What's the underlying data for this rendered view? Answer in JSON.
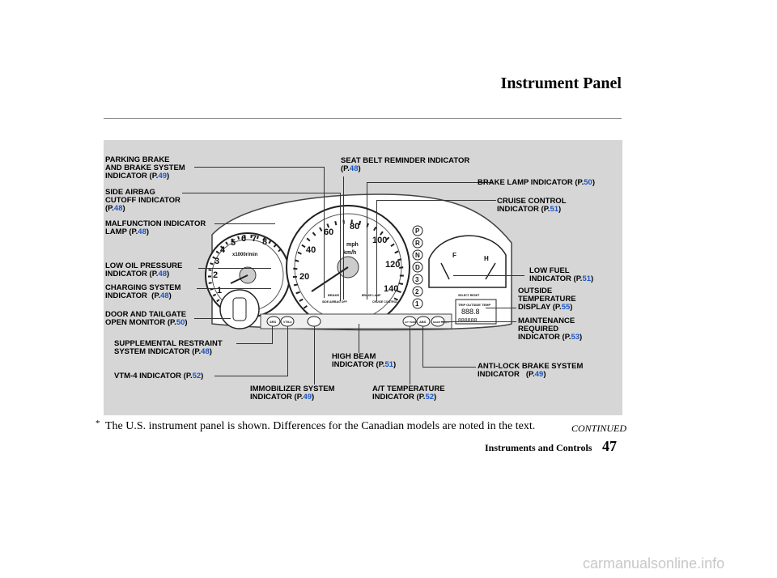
{
  "header": {
    "title": "Instrument Panel"
  },
  "labels": {
    "parking_brake": {
      "text": "PARKING BRAKE\nAND BRAKE SYSTEM\nINDICATOR (P.",
      "page": "49",
      "close": ")"
    },
    "side_airbag": {
      "text": "SIDE AIRBAG\nCUTOFF INDICATOR\n(P.",
      "page": "48",
      "close": ")"
    },
    "malfunction": {
      "text": "MALFUNCTION INDICATOR\nLAMP (P.",
      "page": "48",
      "close": ")"
    },
    "low_oil": {
      "text": "LOW OIL PRESSURE\nINDICATOR (P.",
      "page": "48",
      "close": ")"
    },
    "charging": {
      "text": "CHARGING SYSTEM\nINDICATOR  (P.",
      "page": "48",
      "close": ")"
    },
    "door_tailgate": {
      "text": "DOOR AND TAILGATE\nOPEN MONITOR (P.",
      "page": "50",
      "close": ")"
    },
    "srs": {
      "text": "SUPPLEMENTAL RESTRAINT\nSYSTEM INDICATOR (P.",
      "page": "48",
      "close": ")"
    },
    "vtm4": {
      "text": "VTM-4 INDICATOR (P.",
      "page": "52",
      "close": ")"
    },
    "immobilizer": {
      "text": "IMMOBILIZER SYSTEM\nINDICATOR (P.",
      "page": "49",
      "close": ")"
    },
    "seat_belt": {
      "text": "SEAT BELT REMINDER INDICATOR\n(P.",
      "page": "48",
      "close": ")"
    },
    "high_beam": {
      "text": "HIGH BEAM\nINDICATOR (P.",
      "page": "51",
      "close": ")"
    },
    "at_temp": {
      "text": "A/T TEMPERATURE\nINDICATOR (P.",
      "page": "52",
      "close": ")"
    },
    "brake_lamp": {
      "text": "BRAKE LAMP INDICATOR (P.",
      "page": "50",
      "close": ")"
    },
    "cruise": {
      "text": "CRUISE CONTROL\nINDICATOR (P.",
      "page": "51",
      "close": ")"
    },
    "low_fuel": {
      "text": "LOW FUEL\nINDICATOR (P.",
      "page": "51",
      "close": ")"
    },
    "outside_temp": {
      "text": "OUTSIDE\nTEMPERATURE\nDISPLAY (P.",
      "page": "55",
      "close": ")"
    },
    "maintenance": {
      "text": "MAINTENANCE\nREQUIRED\nINDICATOR (P.",
      "page": "53",
      "close": ")"
    },
    "abs": {
      "text": "ANTI-LOCK BRAKE SYSTEM\nINDICATOR   (P.",
      "page": "49",
      "close": ")"
    }
  },
  "cluster": {
    "tach_numbers": [
      "1",
      "2",
      "3",
      "4",
      "5",
      "6",
      "7",
      "8"
    ],
    "tach_unit": "x1000r/min",
    "speed_numbers": [
      "20",
      "40",
      "60",
      "80",
      "100",
      "120",
      "140"
    ],
    "speed_unit_mph": "mph",
    "speed_unit_kmh": "km/h",
    "gear_letters": [
      "P",
      "R",
      "N",
      "D",
      "3",
      "2",
      "1"
    ],
    "fuel_letter": "F",
    "temp_letter": "H",
    "odo_text": "888.8",
    "odo_lower": "888888",
    "odo_caption": "TRIP  OUTSIDE TEMP",
    "select_reset": "SELECT\nRESET",
    "indicator_buttons": [
      "SRS",
      "VTM-4",
      "A/T TEMP",
      "ABS",
      "MAINT REQ'D"
    ],
    "small_labels": [
      "BRAKE",
      "SIDE AIRBAG OFF",
      "BRAKE LAMP",
      "CRUISE CONTROL"
    ]
  },
  "footnote": {
    "star": "*",
    "text": "The U.S. instrument panel is shown. Differences for the Canadian models are noted in the text."
  },
  "continued": "CONTINUED",
  "footer": {
    "section": "Instruments and Controls",
    "page_number": "47"
  },
  "watermark": "carmanualsonline.info",
  "colors": {
    "link": "#1a55c4",
    "panel_bg": "#d6d6d6",
    "gauge_bg": "#ffffff",
    "line": "#333333"
  }
}
